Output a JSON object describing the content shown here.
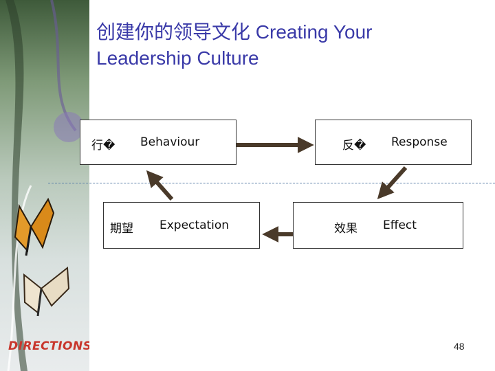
{
  "slide": {
    "title_line1": "创建你的领导文化   Creating Your",
    "title_line2": "Leadership Culture",
    "logo_text": "DIRECTIONS",
    "page_number": "48"
  },
  "diagram": {
    "nodes": [
      {
        "id": "behaviour",
        "cn": "行�",
        "en": "Behaviour"
      },
      {
        "id": "response",
        "cn": "反�",
        "en": "Response"
      },
      {
        "id": "effect",
        "cn": "效果",
        "en": "Effect"
      },
      {
        "id": "expectation",
        "cn": "期望",
        "en": "Expectation"
      }
    ],
    "edges": [
      {
        "from": "behaviour",
        "to": "response"
      },
      {
        "from": "response",
        "to": "effect"
      },
      {
        "from": "effect",
        "to": "expectation"
      },
      {
        "from": "expectation",
        "to": "behaviour"
      }
    ],
    "colors": {
      "arrow": "#4a3a2a",
      "title": "#3a3aa8",
      "logo": "#c8362c"
    }
  }
}
